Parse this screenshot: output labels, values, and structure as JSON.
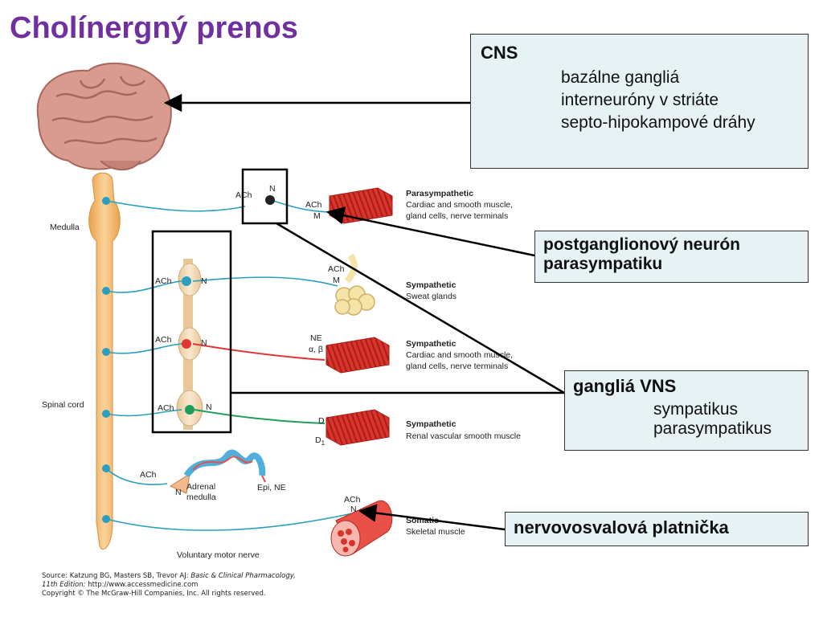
{
  "title": "Cholínergný prenos",
  "cns_box": {
    "label": "CNS",
    "items": [
      "bazálne gangliá",
      "interneuróny v striáte",
      "septo-hipokampové dráhy"
    ]
  },
  "postganglionic_box": {
    "lines": [
      "postganglionový neurón",
      "parasympatiku"
    ]
  },
  "ganglia_box": {
    "label": "gangliá VNS",
    "items": [
      "sympatikus",
      "parasympatikus"
    ]
  },
  "nmj_box": {
    "label": "nervovosvalová platnička"
  },
  "figure": {
    "medulla": "Medulla",
    "spinal_cord": "Spinal cord",
    "voluntary_motor_nerve": "Voluntary motor nerve",
    "adrenal_medulla": [
      "Adrenal",
      "medulla"
    ],
    "epi_ne": "Epi, NE",
    "ach": "ACh",
    "n": "N",
    "m": "M",
    "ne": "NE",
    "alpha_beta": "α, β",
    "d": "D",
    "d1": "D",
    "d1_sub": "1",
    "targets": [
      {
        "title": "Parasympathetic",
        "lines": [
          "Cardiac and smooth muscle,",
          "gland cells, nerve terminals"
        ]
      },
      {
        "title": "Sympathetic",
        "lines": [
          "Sweat glands"
        ]
      },
      {
        "title": "Sympathetic",
        "lines": [
          "Cardiac and smooth muscle,",
          "gland cells, nerve terminals"
        ]
      },
      {
        "title": "Sympathetic",
        "lines": [
          "Renal vascular smooth muscle"
        ]
      },
      {
        "title": "Somatic",
        "lines": [
          "Skeletal muscle"
        ]
      }
    ]
  },
  "source": {
    "line1_prefix": "Source: Katzung BG, Masters SB, Trevor AJ: ",
    "line1_italic": "Basic & Clinical Pharmacology,",
    "line2_italic": "11th Edition: ",
    "line2_rest": "http://www.accessmedicine.com",
    "line3": "Copyright © The McGraw-Hill Companies, Inc. All rights reserved."
  },
  "colors": {
    "title": "#7030a0",
    "box_bg": "#e6f2f4",
    "nerve_blue": "#2a9fbf",
    "nerve_red": "#e03535",
    "nerve_green": "#1e9e5a",
    "muscle_red": "#d9342b",
    "spine": "#f5c07a"
  }
}
